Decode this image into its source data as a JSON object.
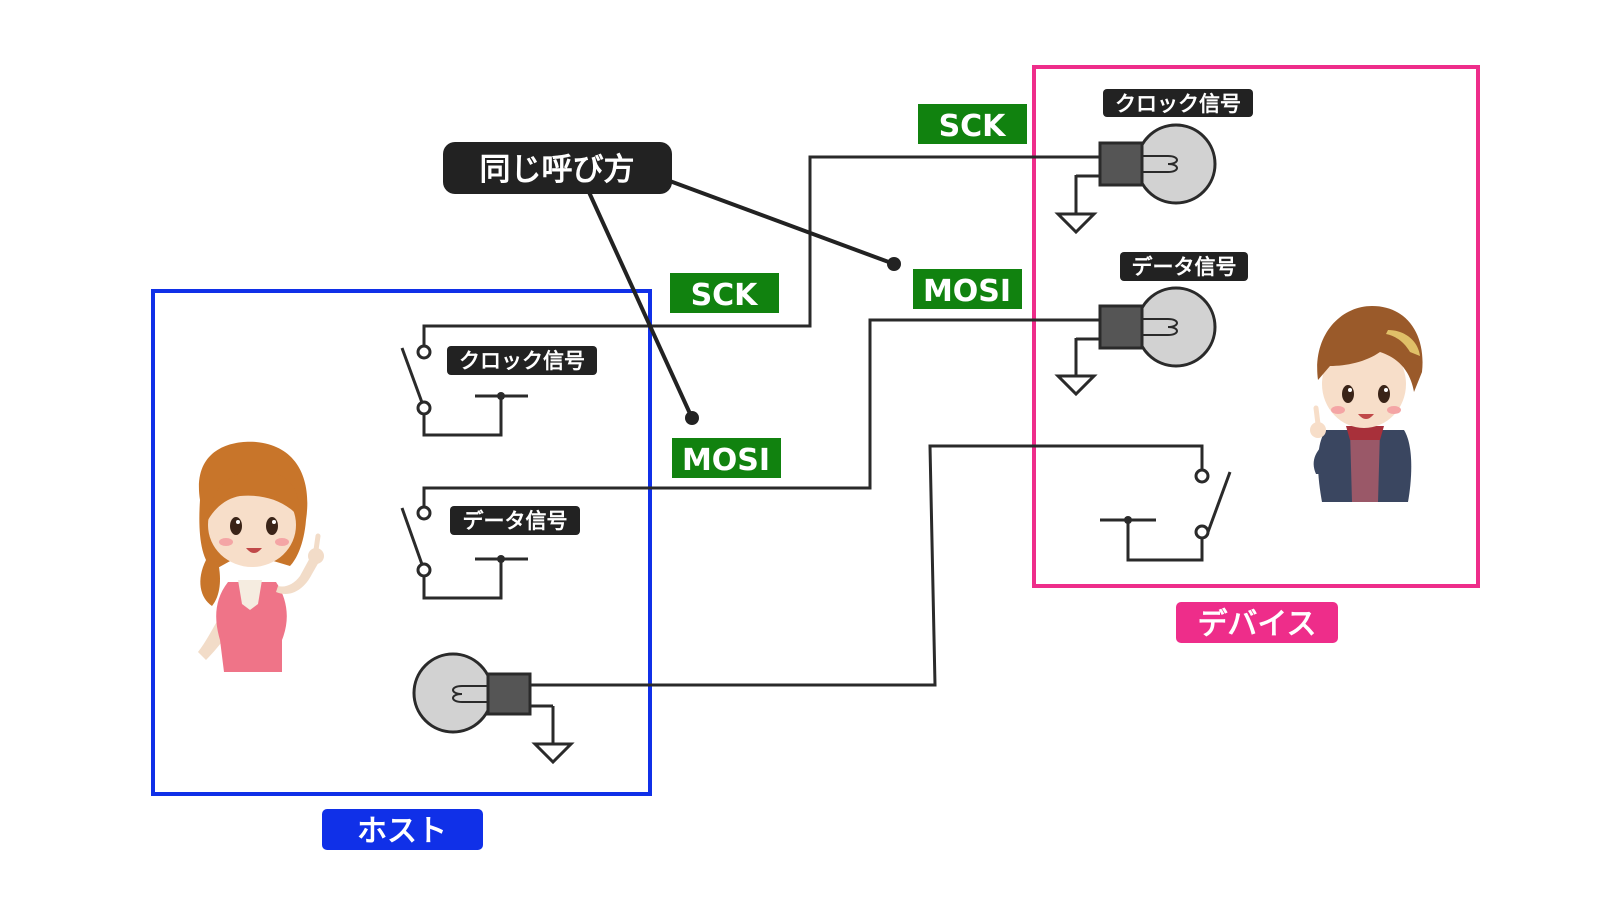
{
  "labels": {
    "same_name": "同じ呼び方",
    "host_sck": "SCK",
    "host_mosi": "MOSI",
    "device_sck": "SCK",
    "device_mosi": "MOSI",
    "host_clock": "クロック信号",
    "host_data": "データ信号",
    "device_clock": "クロック信号",
    "device_data": "データ信号",
    "host_caption": "ホスト",
    "device_caption": "デバイス"
  },
  "colors": {
    "host_box": "#1030e8",
    "device_box": "#ee2d8a",
    "signal_tag": "#11820f",
    "callout": "#222222",
    "wire": "#2a2a2a",
    "bulb": "#d2d2d2",
    "bulb_base": "#555555"
  },
  "characters": {
    "host": "girl-pointing-icon",
    "device": "boy-pointing-icon"
  }
}
